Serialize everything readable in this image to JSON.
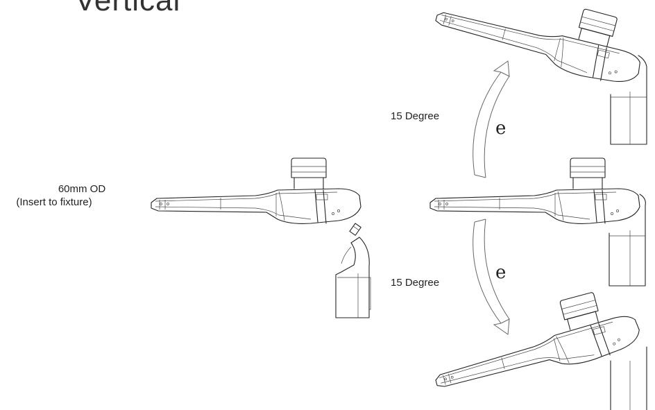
{
  "heading": "Vertical",
  "mount_label": {
    "line1": "60mm OD",
    "line2": "(Insert to fixture)"
  },
  "tilt_up": {
    "angle_label": "15 Degree",
    "symbol": "e"
  },
  "tilt_down": {
    "angle_label": "15 Degree",
    "symbol": "e"
  }
}
